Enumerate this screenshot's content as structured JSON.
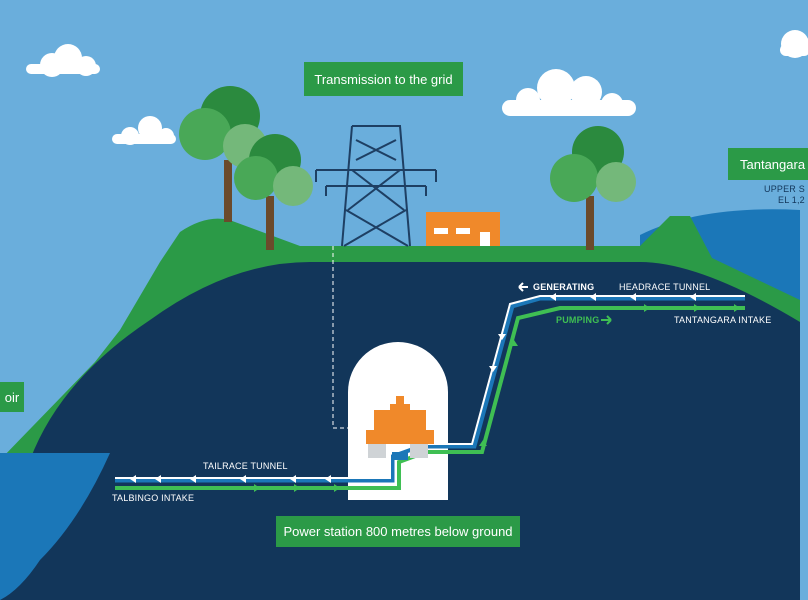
{
  "labels": {
    "transmission": "Transmission to the grid",
    "power_station": "Power station 800 metres below ground",
    "tantangara_partial": "Tantangara",
    "reservoir_partial": "oir",
    "upper_partial": "UPPER S",
    "el_partial": "EL 1,2"
  },
  "flow": {
    "generating": "GENERATING",
    "pumping": "PUMPING",
    "headrace_tunnel": "HEADRACE TUNNEL",
    "tantangara_intake": "TANTANGARA INTAKE",
    "tailrace_tunnel": "TAILRACE TUNNEL",
    "talbingo_intake": "TALBINGO INTAKE"
  },
  "colors": {
    "sky": "#6aaedc",
    "ground": "#12365a",
    "grass": "#2b9a47",
    "water": "#1b77b8",
    "orange": "#f0892a",
    "pumping_green": "#3fbf53"
  },
  "icons": [
    "cloud-icon",
    "tree-icon",
    "transmission-tower-icon",
    "building-icon",
    "turbine-icon",
    "arrow-icon"
  ]
}
